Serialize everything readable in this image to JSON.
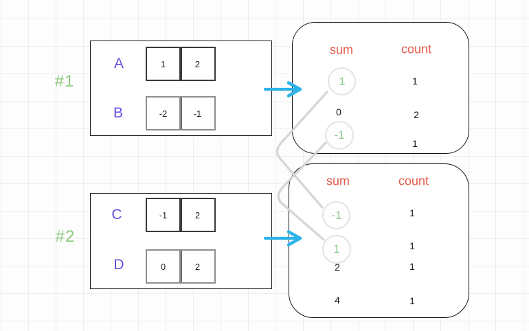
{
  "colors": {
    "label_purple": "#6b4ce0",
    "group_green": "#8dc97e",
    "highlight_green": "#8cc88a",
    "header_orange": "#e05a47",
    "arrow_cyan": "#2eb3e8",
    "connector_gray": "#d2d2d2"
  },
  "groups": [
    {
      "id": "#1",
      "rows": [
        {
          "label": "A",
          "cells": [
            "1",
            "2"
          ]
        },
        {
          "label": "B",
          "cells": [
            "-2",
            "-1"
          ]
        }
      ]
    },
    {
      "id": "#2",
      "rows": [
        {
          "label": "C",
          "cells": [
            "-1",
            "2"
          ]
        },
        {
          "label": "D",
          "cells": [
            "0",
            "2"
          ]
        }
      ]
    }
  ],
  "tables": [
    {
      "sum_header": "sum",
      "count_header": "count",
      "rows": [
        {
          "sum": "1",
          "count": "1",
          "highlighted": true
        },
        {
          "sum": "0",
          "count": "2",
          "highlighted": false
        },
        {
          "sum": "-1",
          "count": "1",
          "highlighted": true
        }
      ]
    },
    {
      "sum_header": "sum",
      "count_header": "count",
      "rows": [
        {
          "sum": "-1",
          "count": "1",
          "highlighted": true
        },
        {
          "sum": "1",
          "count": "1",
          "highlighted": true
        },
        {
          "sum": "2",
          "count": "1",
          "highlighted": false
        },
        {
          "sum": "4",
          "count": "1",
          "highlighted": false
        }
      ]
    }
  ]
}
